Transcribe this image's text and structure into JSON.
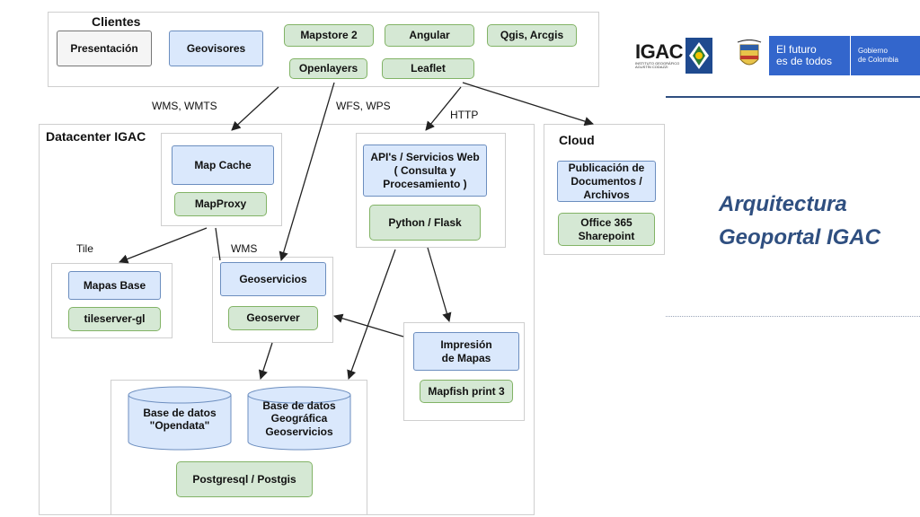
{
  "groups": {
    "clientes": "Clientes",
    "datacenter": "Datacenter IGAC",
    "cloud": "Cloud"
  },
  "clients": {
    "presentacion": "Presentación",
    "geovisores": "Geovisores",
    "mapstore": "Mapstore 2",
    "angular": "Angular",
    "qgis": "Qgis, Arcgis",
    "openlayers": "Openlayers",
    "leaflet": "Leaflet"
  },
  "edges": {
    "wms_wmts": "WMS, WMTS",
    "wfs_wps": "WFS, WPS",
    "http": "HTTP",
    "tile": "Tile",
    "wms": "WMS"
  },
  "nodes": {
    "map_cache": "Map Cache",
    "mapproxy": "MapProxy",
    "apis": "API's / Servicios Web\n( Consulta y\nProcesamiento )",
    "python": "Python / Flask",
    "mapas_base": "Mapas Base",
    "tileserver": "tileserver-gl",
    "geoservicios": "Geoservicios",
    "geoserver": "Geoserver",
    "impresion": "Impresión\nde Mapas",
    "mapfish": "Mapfish print 3",
    "db_opendata": "Base de datos\n\"Opendata\"",
    "db_geo": "Base de datos\nGeográfica\nGeoservicios",
    "postgres": "Postgresql / Postgis",
    "publicacion": "Publicación de\nDocumentos /\nArchivos",
    "office": "Office 365\nSharepoint"
  },
  "side": {
    "title_line1": "Arquitectura",
    "title_line2": "Geoportal IGAC"
  },
  "logos": {
    "igac": "IGAC",
    "igac_sub": "INSTITUTO GEOGRÁFICO\nAGUSTÍN CODAZZI",
    "gov_slogan": "El futuro\nes de todos",
    "gov_name": "Gobierno\nde Colombia"
  },
  "colors": {
    "blue_fill": "#dae8fc",
    "blue_stroke": "#6c8ebf",
    "green_fill": "#d5e8d4",
    "green_stroke": "#82b366",
    "title": "#2f4f80",
    "gov_blue": "#3366cc"
  }
}
